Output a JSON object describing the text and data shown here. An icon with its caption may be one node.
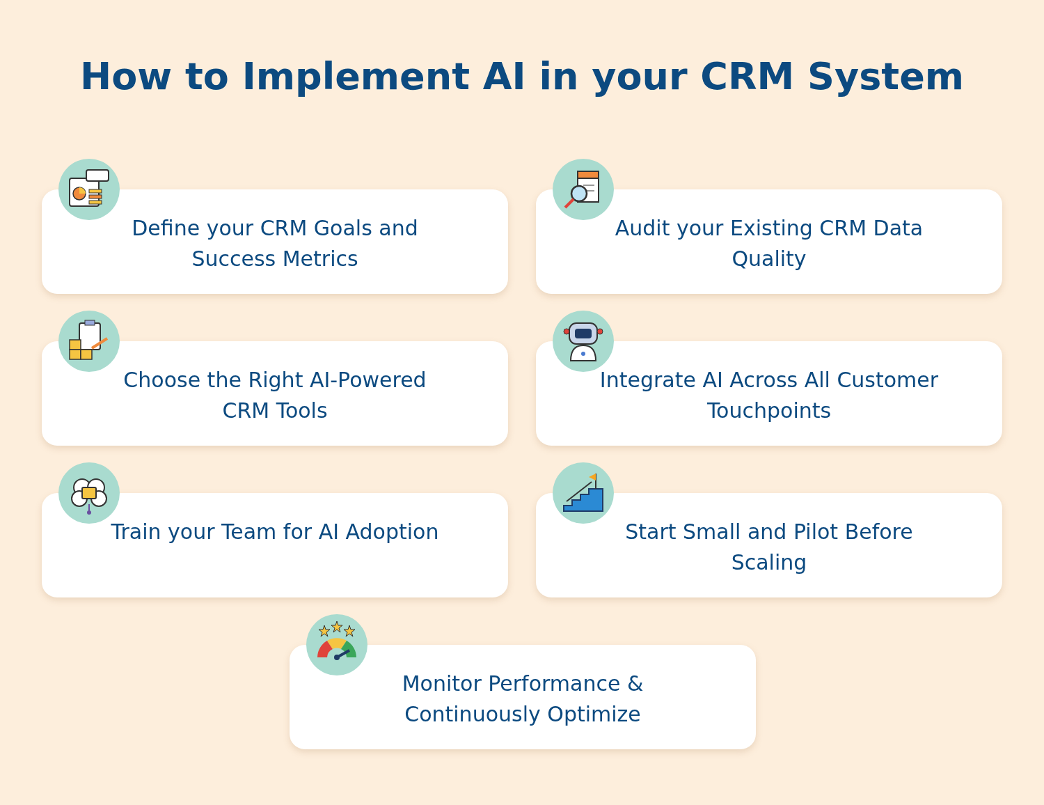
{
  "diagram": {
    "title": "How to Implement AI in your CRM System",
    "nodes": [
      {
        "text": [
          "Define your CRM Goals and Success Metrics"
        ]
      },
      {
        "text": [
          "Audit your Existing CRM Data Quality"
        ]
      },
      {
        "text": [
          "Choose the Right AI-Powered CRM Tools"
        ]
      },
      {
        "text": [
          "Integrate AI Across All Customer Touchpoints"
        ]
      },
      {
        "text": [
          "Train your Team for AI Adoption"
        ]
      },
      {
        "text": [
          "Start Small and Pilot Before Scaling"
        ]
      },
      {
        "text": [
          "Monitor Performance & Continuously Optimize"
        ]
      }
    ],
    "edges": []
  }
}
